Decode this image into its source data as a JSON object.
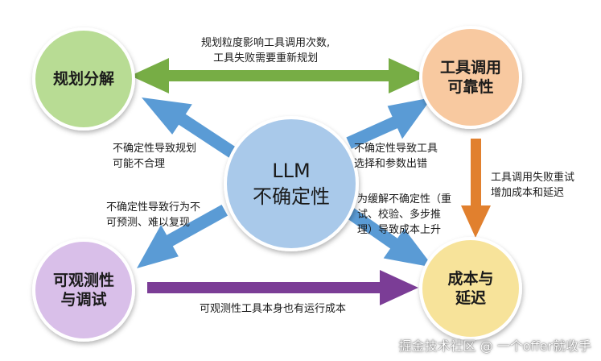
{
  "nodes": {
    "planning": {
      "lines": [
        "规划分解"
      ],
      "color": "#b8dc94"
    },
    "tool_reliability": {
      "lines": [
        "工具调用",
        "可靠性"
      ],
      "color": "#f8c9a0"
    },
    "llm": {
      "lines": [
        "LLM",
        "不确定性"
      ],
      "color": "#a9c9ea"
    },
    "observability": {
      "lines": [
        "可观测性",
        "与调试"
      ],
      "color": "#d9bfe9"
    },
    "cost_latency": {
      "lines": [
        "成本与",
        "延迟"
      ],
      "color": "#f7e39a"
    }
  },
  "edges": {
    "planning_tool": {
      "lines": [
        "规划粒度影响工具调用次数,",
        "工具失败需要重新规划"
      ],
      "color": "#77ad45"
    },
    "llm_planning": {
      "lines": [
        "不确定性导致规划",
        "可能不合理"
      ],
      "color": "#5a9bd5"
    },
    "llm_tool": {
      "lines": [
        "不确定性导致工具",
        "选择和参数出错"
      ],
      "color": "#5a9bd5"
    },
    "llm_observability": {
      "lines": [
        "不确定性导致行为不",
        "可预测、难以复现"
      ],
      "color": "#5a9bd5"
    },
    "llm_cost": {
      "lines": [
        "为缓解不确定性（重",
        "试、校验、多步推",
        "理）导致成本上升"
      ],
      "color": "#5a9bd5"
    },
    "tool_cost": {
      "lines": [
        "工具调用失败重试",
        "增加成本和延迟"
      ],
      "color": "#e1802e"
    },
    "observability_cost": {
      "lines": [
        "可观测性工具本身也有运行成本"
      ],
      "color": "#7b3d96"
    }
  },
  "watermark": "掘金技术社区 @ 一个offer就收手"
}
